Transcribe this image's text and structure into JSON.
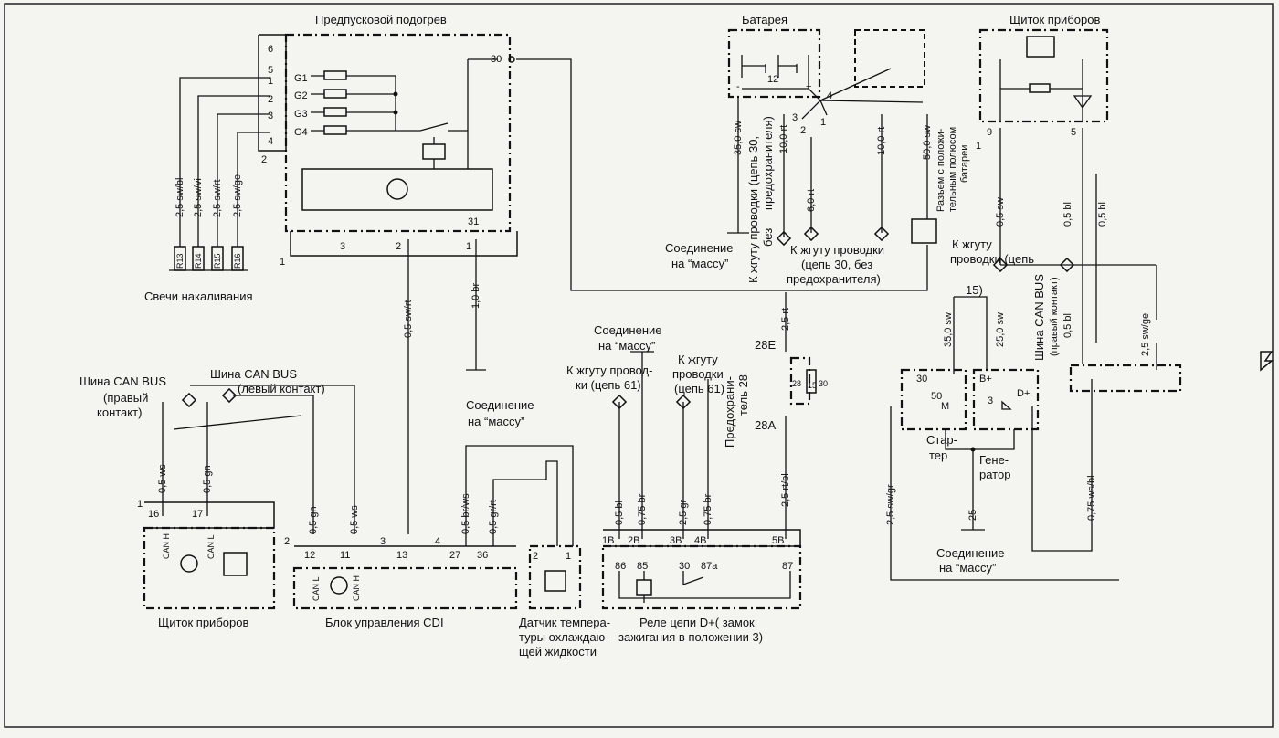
{
  "preheat": {
    "title": "Предпусковой подогрев",
    "pins_left": [
      "6",
      "5",
      "1",
      "2",
      "3",
      "4",
      "2"
    ],
    "glow_pins": [
      "G1",
      "G2",
      "G3",
      "G4"
    ],
    "pin30": "30",
    "pin31": "31",
    "pin_box_1": "1",
    "bottom_pins": [
      "3",
      "2",
      "1"
    ]
  },
  "glow_wires": [
    "2,5 sw/bl",
    "2,5 sw/vi",
    "2,5 sw/rt",
    "2,5 sw/ge"
  ],
  "glow_plugs": [
    "R13",
    "R14",
    "R15",
    "R16"
  ],
  "glow_label": "Свечи  накаливания",
  "preheat_wires": [
    "0,5 sw/rt",
    "1,0 br"
  ],
  "ground": "Соединение",
  "ground2": "на  “массу”",
  "battery": {
    "title": "Батарея",
    "num": "12",
    "minus": "-",
    "plus": "+",
    "pins": [
      "3",
      "4",
      "2",
      "1"
    ],
    "wires": [
      "35,0 sw",
      "10,0 rt",
      "6,0 rt",
      "10,0 rt",
      "50,0 sw"
    ],
    "harness_a1": "К жгуту проводки (цепь 30,",
    "harness_a2": "без",
    "harness_a3": "предохранителя)",
    "harness_b1": "К жгуту проводки",
    "harness_b2": "(цепь 30, без",
    "harness_b3": "предохранителя)",
    "conn1": "Разъем с положи-",
    "conn2": "тельным полюсом",
    "conn3": "батареи"
  },
  "cluster_top": {
    "title": "Щиток  приборов",
    "pins": [
      "9",
      "1",
      "5"
    ],
    "wires": [
      "0,5 sw",
      "0,5 bl",
      "0,5 bl",
      "0,5 bl",
      "2,5 sw/ge"
    ],
    "harness1": "К жгуту",
    "harness2": "проводки (цепь",
    "harness3": "15)",
    "can1": "Шина CAN BUS",
    "can2": "(правый контакт)"
  },
  "fuse": {
    "top": "28E",
    "bottom": "28A",
    "num1": "28",
    "num2": "15",
    "num3": "30",
    "label1": "Предохрани-",
    "label2": "тель 28",
    "wire_top": "2,5 rt",
    "wire_bottom": "2,5 rt/bl"
  },
  "starter": {
    "pins": [
      "30",
      "50",
      "M"
    ],
    "label": "Стар-",
    "label2": "тер",
    "wires": [
      "35,0 sw",
      "25,0 sw",
      "2,5 sw/gr"
    ]
  },
  "alternator": {
    "pins": [
      "B+",
      "3",
      "D+"
    ],
    "label": "Гене-",
    "label2": "ратор",
    "ground_wire": "25",
    "wire": "0,75 ws/bl"
  },
  "can_left": {
    "right1": "Шина CAN BUS",
    "right2": "(правый",
    "right3": "контакт)",
    "left1": "Шина CAN BUS",
    "left2": "(левый  контакт)",
    "wires": [
      "0,5 ws",
      "0,5 gn",
      "0,5 gn",
      "0,5 ws"
    ]
  },
  "cluster_bottom": {
    "title": "Щиток  приборов",
    "pins": [
      "16",
      "17"
    ],
    "can_h": "CAN H",
    "can_l": "CAN L",
    "conn": "1"
  },
  "cdi": {
    "title": "Блок управления CDI",
    "pins": [
      "12",
      "11",
      "13",
      "27",
      "36"
    ],
    "conn": [
      "2",
      "3",
      "4"
    ],
    "can_l": "CAN L",
    "can_h": "CAN H"
  },
  "temp": {
    "label1": "Датчик  темпера-",
    "label2": "туры  охлаждаю-",
    "label3": "щей  жидкости",
    "pins": [
      "2",
      "1"
    ],
    "wires": [
      "0,5 br/ws",
      "0,5 gr/rt"
    ]
  },
  "relay": {
    "label1": "Реле цепи D+( замок",
    "label2": "зажигания в положении 3)",
    "conn": [
      "1B",
      "2B",
      "3B",
      "4B",
      "5B"
    ],
    "pins": [
      "86",
      "85",
      "30",
      "87a",
      "87"
    ],
    "wires": [
      "0,5 bl",
      "0,75 br",
      "2,5 gr",
      "0,75 br",
      "2,5 rt/bl"
    ],
    "harness61a1": "К жгуту провод-",
    "harness61a2": "ки (цепь 61)",
    "harness61b1": "К жгуту",
    "harness61b2": "проводки",
    "harness61b3": "(цепь 61)",
    "ground1": "Соединение",
    "ground2": "на  “массу”"
  }
}
